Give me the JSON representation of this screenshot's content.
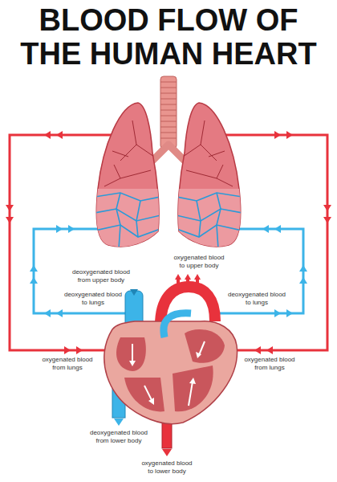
{
  "diagram": {
    "title": "BLOOD FLOW OF THE HUMAN HEART",
    "labels": [
      "oxygenated blood to upper body",
      "deoxygenated blood from upper body",
      "deoxygenated blood to lungs",
      "deoxygenated blood to lungs",
      "oxygenated blood from lungs",
      "oxygenated blood from lungs",
      "deoxygenated blood from lower body",
      "oxygenated blood to lower body"
    ]
  }
}
